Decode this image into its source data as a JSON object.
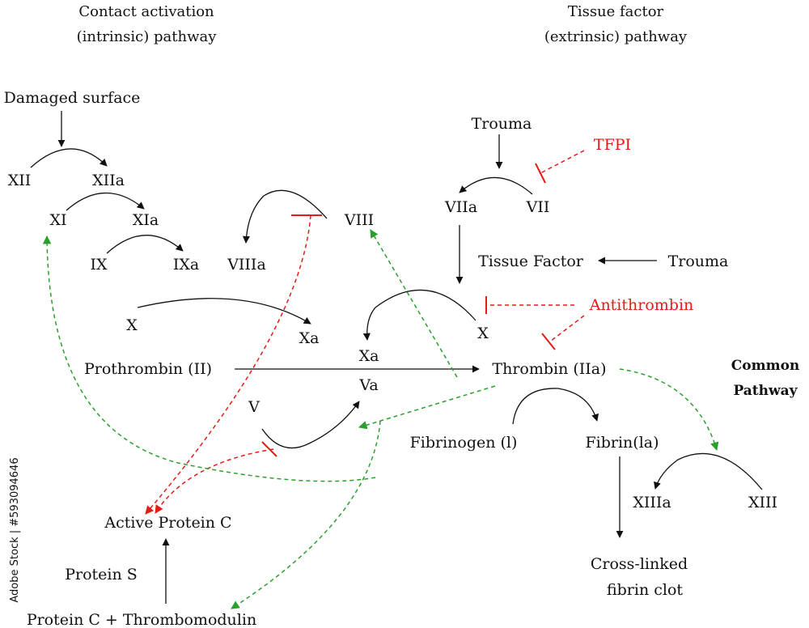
{
  "headers": {
    "intrinsic": [
      "Contact activation",
      "(intrinsic) pathway"
    ],
    "extrinsic": [
      "Tissue factor",
      "(extrinsic) pathway"
    ],
    "common": [
      "Common",
      "Pathway"
    ]
  },
  "nodes": {
    "damaged_surface": "Damaged surface",
    "xii": "XII",
    "xiia": "XIIa",
    "xi": "XI",
    "xia": "XIa",
    "ix": "IX",
    "ixa": "IXa",
    "viiia": "VIIIa",
    "viii": "VIII",
    "x_left": "X",
    "xa_left": "Xa",
    "prothrombin": "Prothrombin (II)",
    "xa_center": "Xa",
    "va": "Va",
    "v": "V",
    "active_protein_c": "Active Protein C",
    "protein_s": "Protein S",
    "protein_c_thrombomodulin": "Protein C + Thrombomodulin",
    "trouma_top": "Trouma",
    "tfpi": "TFPI",
    "viia": "VIIa",
    "vii": "VII",
    "tissue_factor": "Tissue Factor",
    "trouma_right": "Trouma",
    "antithrombin": "Antithrombin",
    "x_right": "X",
    "thrombin": "Thrombin (IIa)",
    "fibrinogen": "Fibrinogen (l)",
    "fibrin": "Fibrin(la)",
    "xiiia": "XIIIa",
    "xiii": "XIII",
    "clot": [
      "Cross-linked",
      "fibrin clot"
    ]
  },
  "watermark": "Adobe Stock | #593094646",
  "colors": {
    "inhibitor": "#e41b17",
    "activation_dashed": "#2ca02c",
    "text": "#111111"
  }
}
